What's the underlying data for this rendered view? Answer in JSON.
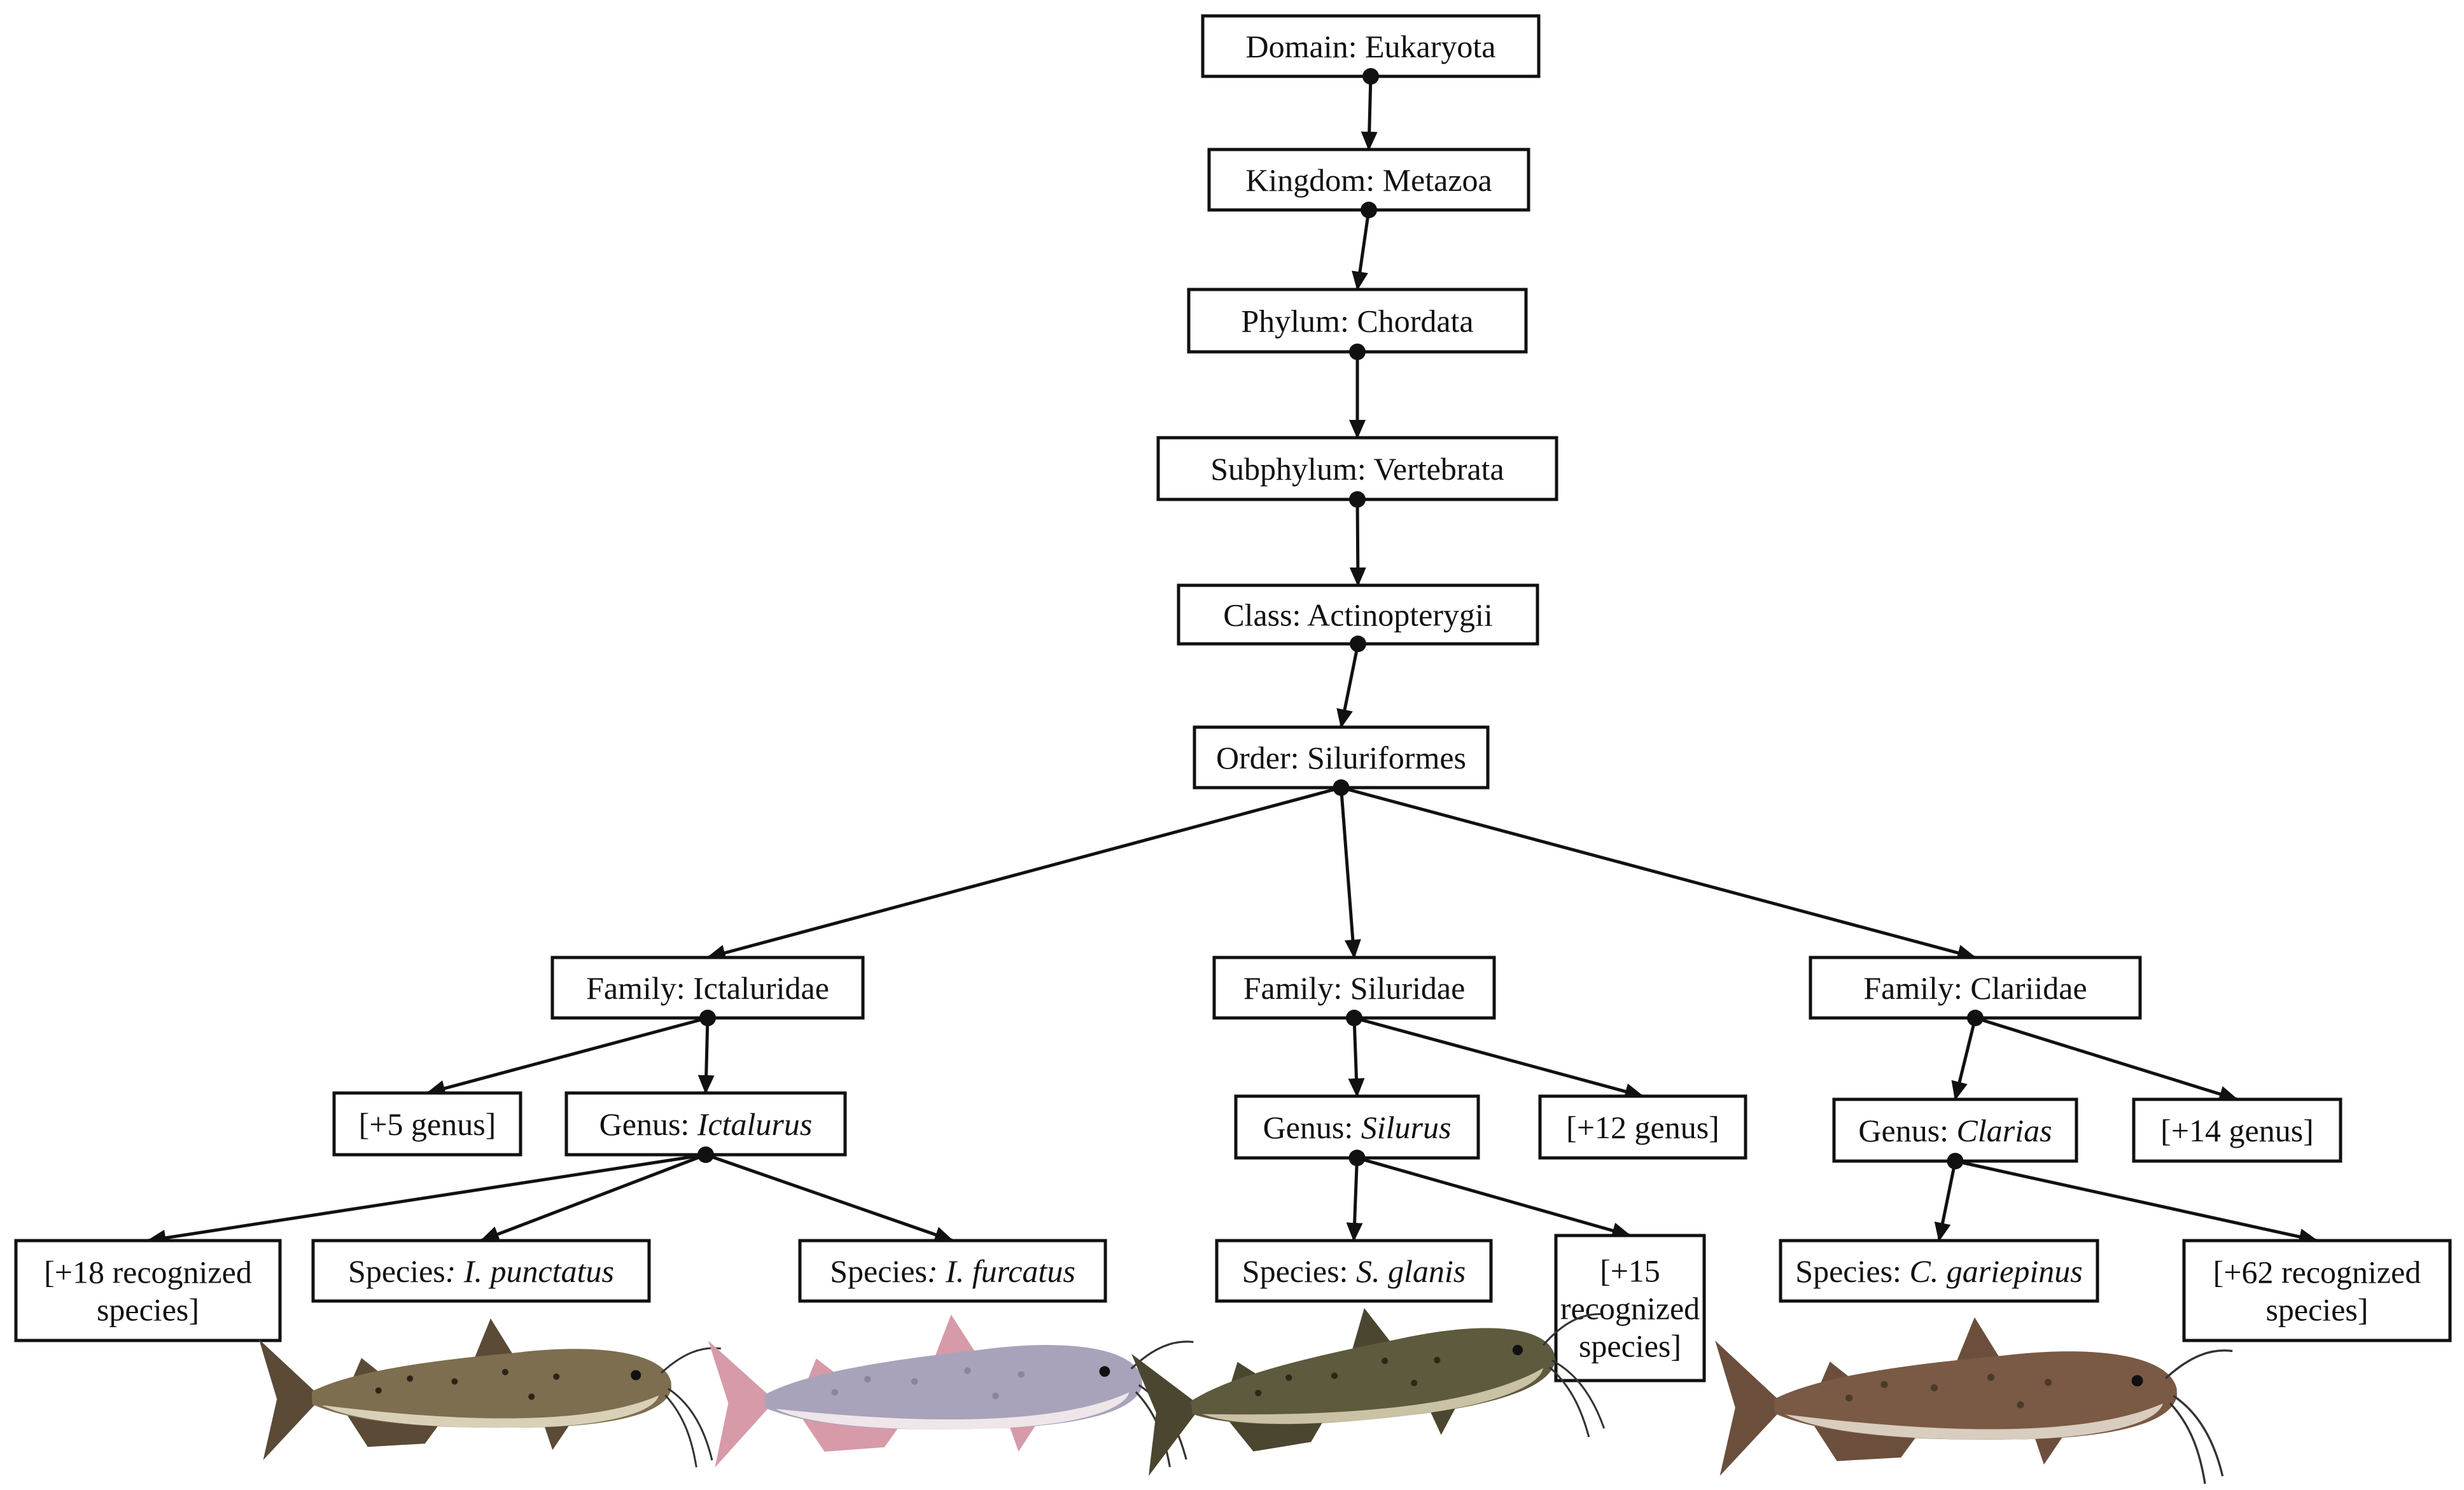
{
  "nodes": {
    "domain": {
      "parts": [
        {
          "t": "Domain: Eukaryota"
        }
      ]
    },
    "kingdom": {
      "parts": [
        {
          "t": "Kingdom: Metazoa"
        }
      ]
    },
    "phylum": {
      "parts": [
        {
          "t": "Phylum: Chordata"
        }
      ]
    },
    "subphylum": {
      "parts": [
        {
          "t": "Subphylum: Vertebrata"
        }
      ]
    },
    "class": {
      "parts": [
        {
          "t": "Class: Actinopterygii"
        }
      ]
    },
    "order": {
      "parts": [
        {
          "t": "Order: Siluriformes"
        }
      ]
    },
    "fam_ict": {
      "parts": [
        {
          "t": "Family: Ictaluridae"
        }
      ]
    },
    "fam_sil": {
      "parts": [
        {
          "t": "Family: Siluridae"
        }
      ]
    },
    "fam_cla": {
      "parts": [
        {
          "t": "Family: Clariidae"
        }
      ]
    },
    "ict_more": {
      "parts": [
        {
          "t": "[+5 genus]"
        }
      ]
    },
    "gen_ict": {
      "parts": [
        {
          "t": "Genus: "
        },
        {
          "t": "Ictalurus",
          "i": true
        }
      ]
    },
    "gen_sil": {
      "parts": [
        {
          "t": "Genus: "
        },
        {
          "t": "Silurus",
          "i": true
        }
      ]
    },
    "sil_more": {
      "parts": [
        {
          "t": "[+12 genus]"
        }
      ]
    },
    "gen_cla": {
      "parts": [
        {
          "t": "Genus: "
        },
        {
          "t": "Clarias",
          "i": true
        }
      ]
    },
    "cla_more": {
      "parts": [
        {
          "t": "[+14 genus]"
        }
      ]
    },
    "ict_sp_more": {
      "lines": [
        [
          {
            "t": "[+18 recognized"
          }
        ],
        [
          {
            "t": "species]"
          }
        ]
      ]
    },
    "sp_punct": {
      "parts": [
        {
          "t": "Species"
        },
        {
          "t": ": I. punctatus",
          "i": true
        }
      ]
    },
    "sp_furc": {
      "parts": [
        {
          "t": "Species"
        },
        {
          "t": ": I. furcatus",
          "i": true
        }
      ]
    },
    "sp_glanis": {
      "parts": [
        {
          "t": "Species: "
        },
        {
          "t": "S. glanis",
          "i": true
        }
      ]
    },
    "sil_sp_more": {
      "lines": [
        [
          {
            "t": "[+15"
          }
        ],
        [
          {
            "t": "recognized"
          }
        ],
        [
          {
            "t": "species]"
          }
        ]
      ]
    },
    "sp_garie": {
      "parts": [
        {
          "t": "Species: "
        },
        {
          "t": "C. gariepinus",
          "i": true
        }
      ]
    },
    "cla_sp_more": {
      "lines": [
        [
          {
            "t": "[+62 recognized"
          }
        ],
        [
          {
            "t": "species]"
          }
        ]
      ]
    }
  },
  "edges": [
    [
      "domain",
      "kingdom"
    ],
    [
      "kingdom",
      "phylum"
    ],
    [
      "phylum",
      "subphylum"
    ],
    [
      "subphylum",
      "class"
    ],
    [
      "class",
      "order"
    ],
    [
      "order",
      "fam_ict"
    ],
    [
      "order",
      "fam_sil"
    ],
    [
      "order",
      "fam_cla"
    ],
    [
      "fam_ict",
      "ict_more"
    ],
    [
      "fam_ict",
      "gen_ict"
    ],
    [
      "fam_sil",
      "gen_sil"
    ],
    [
      "fam_sil",
      "sil_more"
    ],
    [
      "fam_cla",
      "gen_cla"
    ],
    [
      "fam_cla",
      "cla_more"
    ],
    [
      "gen_ict",
      "ict_sp_more"
    ],
    [
      "gen_ict",
      "sp_punct"
    ],
    [
      "gen_ict",
      "sp_furc"
    ],
    [
      "gen_sil",
      "sp_glanis"
    ],
    [
      "gen_sil",
      "sil_sp_more"
    ],
    [
      "gen_cla",
      "sp_garie"
    ],
    [
      "gen_cla",
      "cla_sp_more"
    ]
  ],
  "illustrations": [
    {
      "name": "channel-catfish-illustration",
      "species": "I. punctatus",
      "colors": {
        "body": "#7d6e4f",
        "belly": "#d9d0b8",
        "fin": "#5a4a36",
        "spot": "#2c2418"
      }
    },
    {
      "name": "blue-catfish-illustration",
      "species": "I. furcatus",
      "colors": {
        "body": "#a8a3bb",
        "belly": "#efe6ea",
        "fin": "#d79aa8",
        "spot": "#8a84a0"
      }
    },
    {
      "name": "wels-catfish-illustration",
      "species": "S. glanis",
      "colors": {
        "body": "#5e5a3e",
        "belly": "#c9c2a4",
        "fin": "#4a4630",
        "spot": "#2a2818"
      }
    },
    {
      "name": "african-catfish-illustration",
      "species": "C. gariepinus",
      "colors": {
        "body": "#7a5a45",
        "belly": "#d8cdbe",
        "fin": "#6b4f3c",
        "spot": "#4c3a2c"
      }
    }
  ]
}
